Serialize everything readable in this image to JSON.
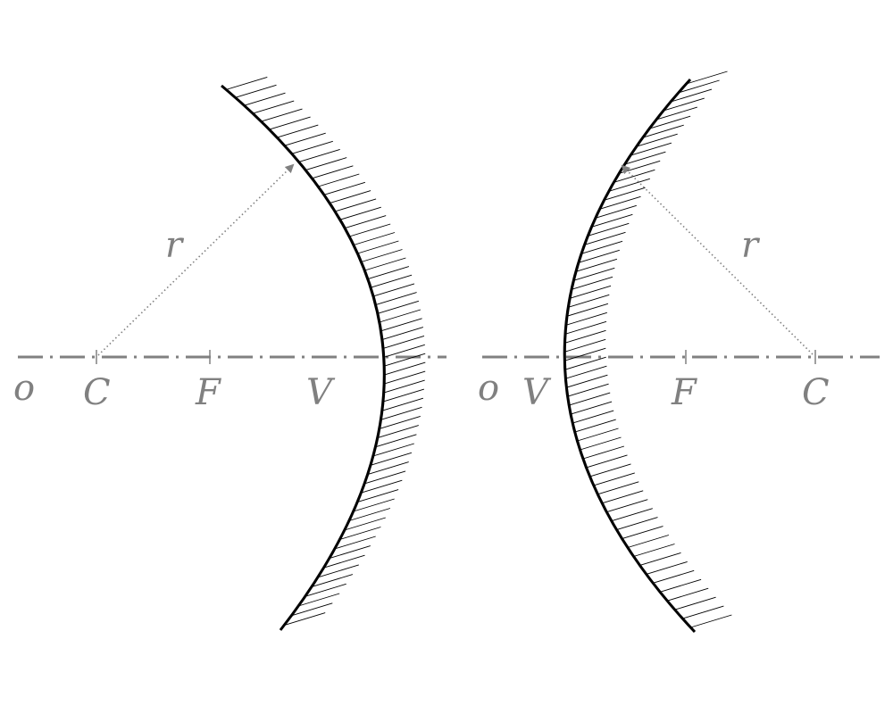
{
  "left_mirror": {
    "labels": {
      "o": "o",
      "c": "C",
      "f": "F",
      "v": "V",
      "r": "r"
    }
  },
  "right_mirror": {
    "labels": {
      "o": "o",
      "c": "C",
      "f": "F",
      "v": "V",
      "r": "r"
    }
  },
  "colors": {
    "axis": "#808080",
    "mirror": "#000000",
    "hatch": "#000000",
    "label": "#808080"
  }
}
